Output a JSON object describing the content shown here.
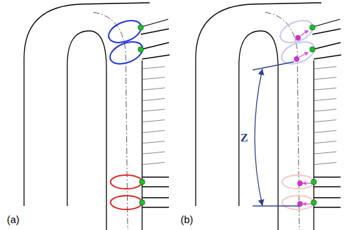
{
  "diagram": {
    "labels": [
      "(a)",
      "(b)",
      "Z"
    ]
  }
}
